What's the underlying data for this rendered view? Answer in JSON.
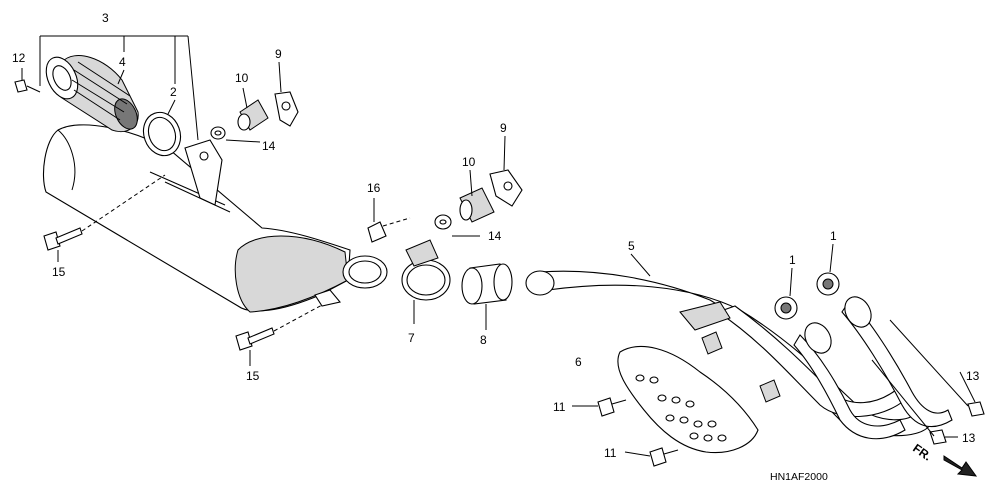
{
  "callouts": {
    "c1a": "1",
    "c1b": "1",
    "c2": "2",
    "c3": "3",
    "c4": "4",
    "c5": "5",
    "c6": "6",
    "c7": "7",
    "c8": "8",
    "c9a": "9",
    "c9b": "9",
    "c10a": "10",
    "c10b": "10",
    "c11a": "11",
    "c11b": "11",
    "c12": "12",
    "c13a": "13",
    "c13b": "13",
    "c14a": "14",
    "c14b": "14",
    "c15a": "15",
    "c15b": "15",
    "c16": "16"
  },
  "diagram_code": "HN1AF2000",
  "direction_label": "FR."
}
